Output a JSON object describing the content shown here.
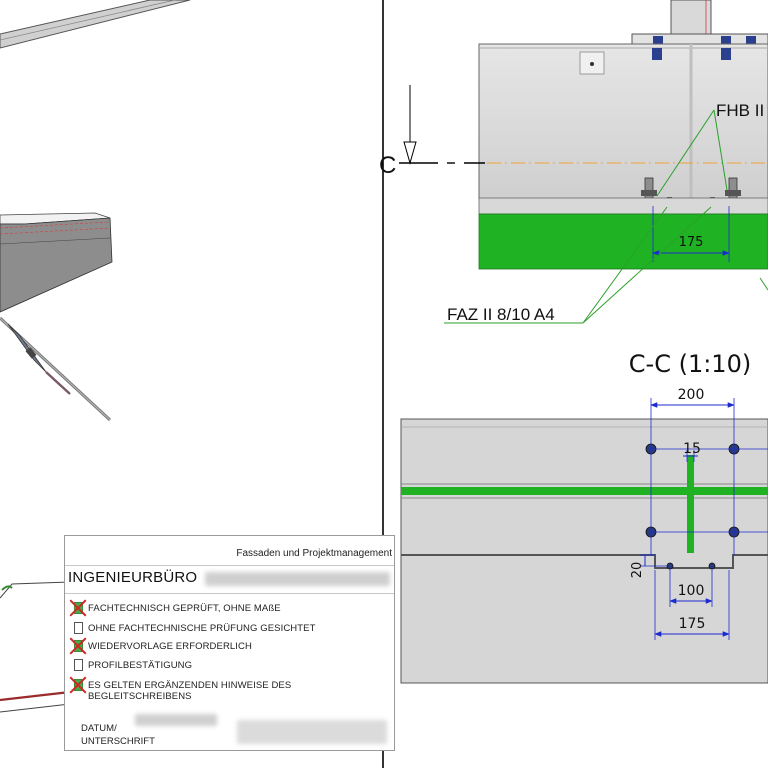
{
  "drawing": {
    "section_marker": "C",
    "section_title": "C-C (1:10)",
    "label_fhb": "FHB II",
    "label_faz": "FAZ II 8/10 A4",
    "top_dim": "175",
    "dims": {
      "width_200": "200",
      "gap_15": "15",
      "edge_20": "20",
      "inner_100": "100",
      "outer_175": "175"
    },
    "colors": {
      "green": "#1fb324",
      "blue": "#1c2bd0",
      "steel": "#d6d6d6",
      "leader": "#2aa02a"
    }
  },
  "stamp": {
    "company": "Fassaden und Projektmanagement",
    "office": "INGENIEURBÜRO",
    "options": [
      {
        "label": "FACHTECHNISCH GEPRÜFT, OHNE MAßE",
        "checked": true,
        "crossed": true
      },
      {
        "label": "OHNE FACHTECHNISCHE PRÜFUNG GESICHTET",
        "checked": false,
        "crossed": false
      },
      {
        "label": "WIEDERVORLAGE ERFORDERLICH",
        "checked": true,
        "crossed": true
      },
      {
        "label": "PROFILBESTÄTIGUNG",
        "checked": false,
        "crossed": false
      },
      {
        "label": "ES GELTEN ERGÄNZENDEN HINWEISE DES BEGLEITSCHREIBENS",
        "checked": true,
        "crossed": true
      }
    ],
    "datum_line1": "DATUM/",
    "datum_line2": "UNTERSCHRIFT"
  }
}
